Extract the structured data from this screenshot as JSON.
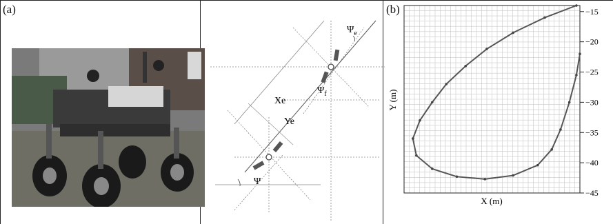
{
  "panel_a_label": "(a)",
  "panel_b_label": "(b)",
  "diagram": {
    "psi": "Ψ",
    "psi_e": "Ψ",
    "psi_e_sub": "e",
    "psi_f": "Ψ",
    "psi_f_sub": "f",
    "xe": "Xe",
    "ye": "Ye"
  },
  "chart_data": {
    "type": "line",
    "title": "",
    "xlabel": "X (m)",
    "ylabel": "Y (m)",
    "ylim": [
      -45,
      -14
    ],
    "yticks": [
      -15,
      -20,
      -25,
      -30,
      -35,
      -40,
      -45
    ],
    "ytick_labels": [
      "−15",
      "−20",
      "−25",
      "−30",
      "−35",
      "−40",
      "−45"
    ],
    "grid": true,
    "series": [
      {
        "values": [
          {
            "x": 0.98,
            "y": -14.0
          },
          {
            "x": 0.8,
            "y": -16.0
          },
          {
            "x": 0.62,
            "y": -18.5
          },
          {
            "x": 0.47,
            "y": -21.2
          },
          {
            "x": 0.35,
            "y": -24.0
          },
          {
            "x": 0.24,
            "y": -27.0
          },
          {
            "x": 0.16,
            "y": -30.0
          },
          {
            "x": 0.09,
            "y": -33.0
          },
          {
            "x": 0.05,
            "y": -36.0
          },
          {
            "x": 0.07,
            "y": -38.8
          },
          {
            "x": 0.16,
            "y": -41.0
          },
          {
            "x": 0.3,
            "y": -42.3
          },
          {
            "x": 0.46,
            "y": -42.7
          },
          {
            "x": 0.62,
            "y": -42.1
          },
          {
            "x": 0.76,
            "y": -40.4
          },
          {
            "x": 0.84,
            "y": -37.8
          },
          {
            "x": 0.89,
            "y": -34.5
          },
          {
            "x": 0.94,
            "y": -30.0
          },
          {
            "x": 0.98,
            "y": -25.5
          },
          {
            "x": 1.0,
            "y": -22.0
          }
        ]
      }
    ]
  }
}
